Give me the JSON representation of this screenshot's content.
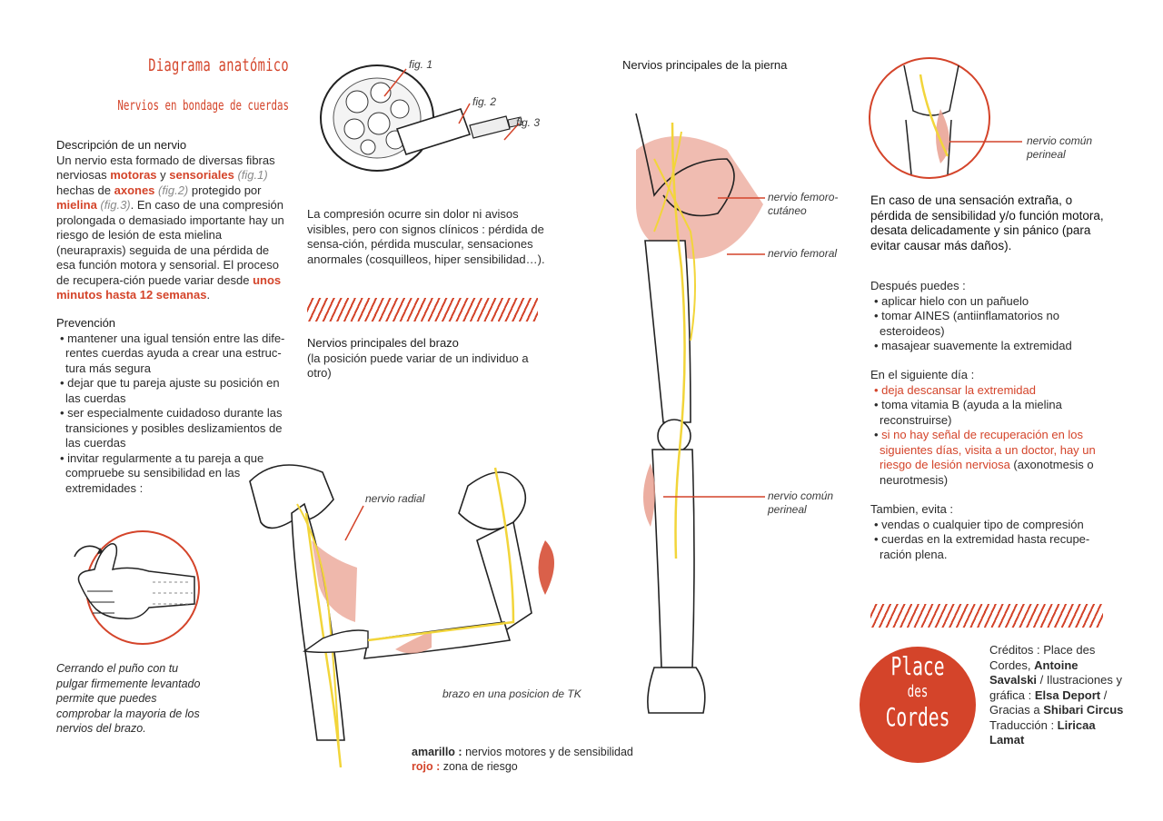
{
  "header": {
    "title": "Diagrama anatómico",
    "subtitle": "Nervios en bondage de cuerdas"
  },
  "descripcion": {
    "heading": "Descripción de un nervio",
    "p1": "Un nervio esta formado de diversas fibras nerviosas ",
    "motoras": "motoras",
    "y": " y ",
    "sensoriales": "sensoriales",
    "fig1": " (fig.1)",
    "hechos": " hechas de ",
    "axones": "axones",
    "fig2": " (fig.2)",
    "protegido": " protegido por ",
    "mielina": "mielina",
    "fig3": " (fig.3)",
    "p2": ". En caso de una compresión prolongada o demasiado importante hay un riesgo de lesión de esta mielina (neurapraxis) seguida de una pérdida de esa función motora y sensorial. El proceso de recupera-ción puede variar desde ",
    "highlight": "unos minutos hasta 12 semanas",
    "end": "."
  },
  "prevencion": {
    "heading": "Prevención",
    "items": [
      "mantener una igual tensión entre las dife-rentes cuerdas ayuda a crear una estruc-tura más segura",
      "dejar que tu pareja ajuste su posición en las cuerdas",
      "ser especialmente cuidadoso durante las transiciones y posibles deslizamientos de las cuerdas",
      "invitar regularmente a tu pareja a que compruebe su sensibilidad en las extremidades :"
    ]
  },
  "fist_caption": "Cerrando el puño con tu pulgar firmemente levantado permite que puedes comprobar la mayoria de los nervios del brazo.",
  "nerve_figs": {
    "fig1": "fig. 1",
    "fig2": "fig. 2",
    "fig3": "fig. 3"
  },
  "compression_text": "La compresión ocurre sin dolor ni avisos visibles, pero con signos clínicos : pérdida de sensa-ción, pérdida muscular, sensaciones anormales (cosquilleos, hiper sensibilidad…).",
  "arm_section": {
    "heading": "Nervios principales del brazo",
    "note": "(la posición puede variar de un individuo a otro)",
    "radial_label": "nervio radial",
    "tk_caption": "brazo en una posicion de TK"
  },
  "legend": {
    "yellow_key": "amarillo :",
    "yellow_val": "nervios motores y de sensibilidad",
    "red_key": "rojo :",
    "red_val": "zona de riesgo"
  },
  "leg_section": {
    "heading": "Nervios principales de la pierna",
    "femoro_label": "nervio femoro-cutáneo",
    "femoral_label": "nervio femoral",
    "perineal_label": "nervio común perineal"
  },
  "knee_label": "nervio común perineal",
  "advice": {
    "intro": "En caso de una sensación extraña, o pérdida de sensibilidad y/o función motora, desata delicadamente y sin pánico (para evitar causar más daños).",
    "despues_heading": "Después puedes :",
    "despues_items": [
      "aplicar hielo con un pañuelo",
      "tomar AINES (antiinflamatorios no esteroideos)",
      "masajear suavemente la extremidad"
    ],
    "siguiente_heading": "En el siguiente día :",
    "siguiente_item1": "deja descansar la extremidad",
    "siguiente_item2": "toma vitamia B (ayuda a la mielina reconstruirse)",
    "siguiente_item3_red": "si no hay señal de recuperación en los siguientes días, visita a un doctor, hay un riesgo de lesión nerviosa",
    "siguiente_item3_rest": " (axonotmesis o neurotmesis)",
    "evita_heading": "Tambien, evita :",
    "evita_items": [
      "vendas o cualquier tipo de compresión",
      "cuerdas en la extremidad hasta recupe-ración plena."
    ]
  },
  "logo": {
    "line1": "Place",
    "line2": "des",
    "line3": "Cordes"
  },
  "credits": {
    "prefix": "Créditos : Place des Cordes, ",
    "author": "Antoine Savalski",
    "sep1": " / Ilustraciones y gráfica : ",
    "illustrator": "Elsa Deport",
    "sep2": " / Gracias a ",
    "thanks": "Shibari Circus",
    "sep3": " Traducción : ",
    "translator": "Liricaa Lamat"
  },
  "colors": {
    "accent": "#d4442a",
    "nerve": "#f2d53a",
    "risk": "#e9a090"
  }
}
